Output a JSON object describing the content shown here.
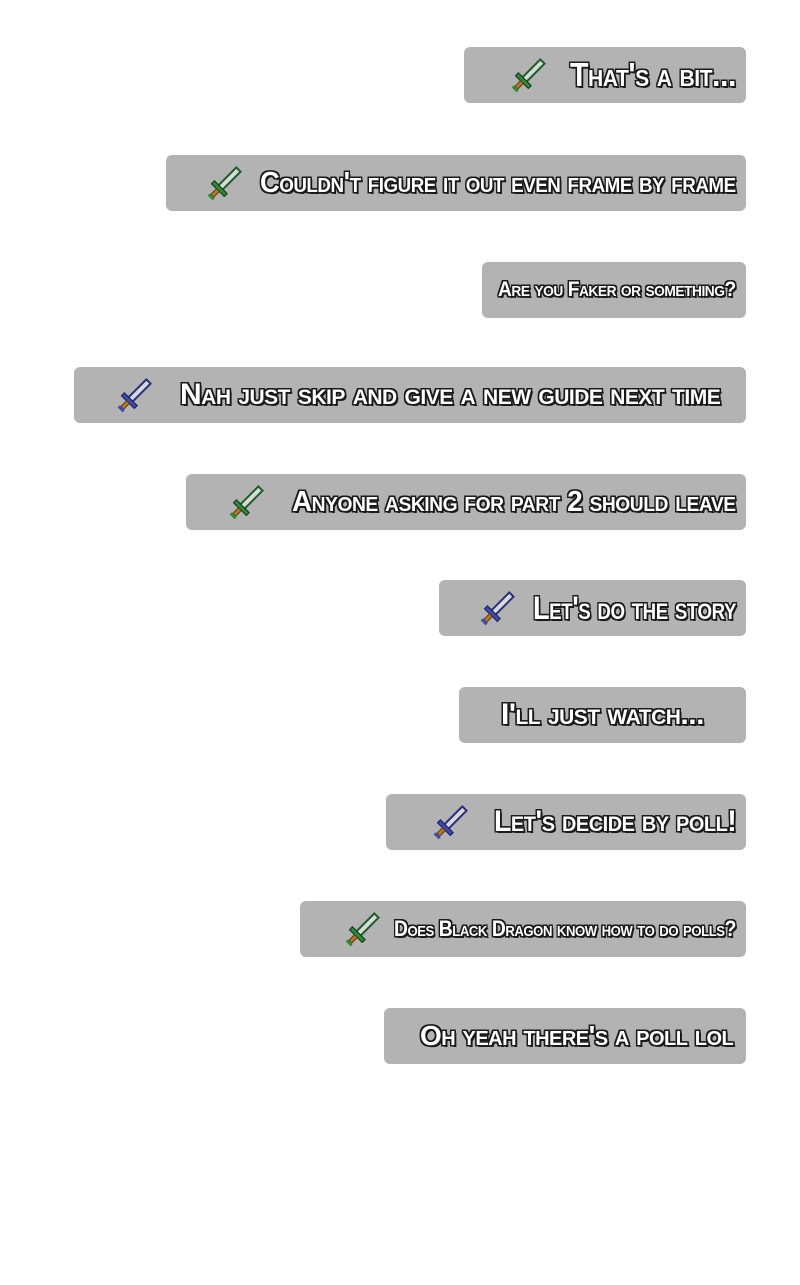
{
  "colors": {
    "background": "#ffffff",
    "bubble": "#b3b3b3",
    "text": "#ffffff",
    "text_outline": "#1a1a1a",
    "sword_green": "#2e8b3a",
    "sword_blue": "#3d4bb3",
    "sword_blade": "#d9d9d9",
    "sword_hilt": "#b07a2a"
  },
  "messages": [
    {
      "text": "That's a bit...",
      "icon": "sword-green-icon"
    },
    {
      "text": "Couldn't figure it out even frame by frame",
      "icon": "sword-green-icon"
    },
    {
      "text": "Are you Faker or something?",
      "icon": ""
    },
    {
      "text": "Nah just skip and give a new guide next time",
      "icon": "sword-blue-icon"
    },
    {
      "text": "Anyone asking for part 2 should leave",
      "icon": "sword-green-icon"
    },
    {
      "text": "Let's do the story",
      "icon": "sword-blue-icon"
    },
    {
      "text": "I'll just watch...",
      "icon": ""
    },
    {
      "text": "Let's decide by poll!",
      "icon": "sword-blue-icon"
    },
    {
      "text": "Does Black Dragon know how to do polls?",
      "icon": "sword-green-icon"
    },
    {
      "text": "Oh yeah there's a poll lol",
      "icon": ""
    }
  ]
}
